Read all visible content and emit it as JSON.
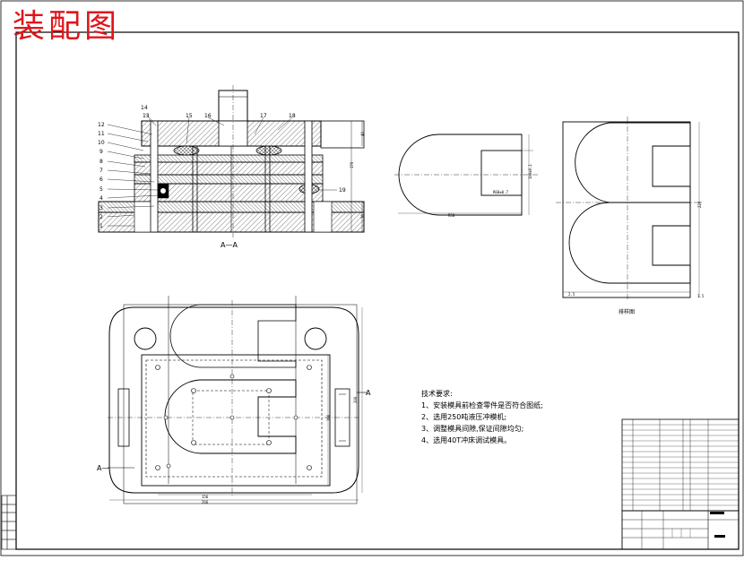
{
  "drawing_title": "装配图",
  "section_label": "A—A",
  "cut_mark_left": "A—",
  "cut_mark_right": "A",
  "part_numbers_left": [
    "12",
    "11",
    "10",
    "9",
    "8",
    "7",
    "6",
    "5",
    "4",
    "3",
    "2",
    "1"
  ],
  "part_numbers_top": [
    "14",
    "13",
    "15",
    "16",
    "17",
    "18"
  ],
  "part_number_19": "19",
  "strip_layout_caption": "排样图",
  "technical_requirements": {
    "heading": "技术要求:",
    "items": [
      "1、安装模具前检查零件是否符合图纸;",
      "2、选用250吨液压冲模机;",
      "3、调整模具间隙,保证间隙均匀;",
      "4、选用40T冲床调试模具。"
    ]
  },
  "colors": {
    "stamp_red": "#e0151b",
    "line": "#000000",
    "paper": "#ffffff"
  }
}
